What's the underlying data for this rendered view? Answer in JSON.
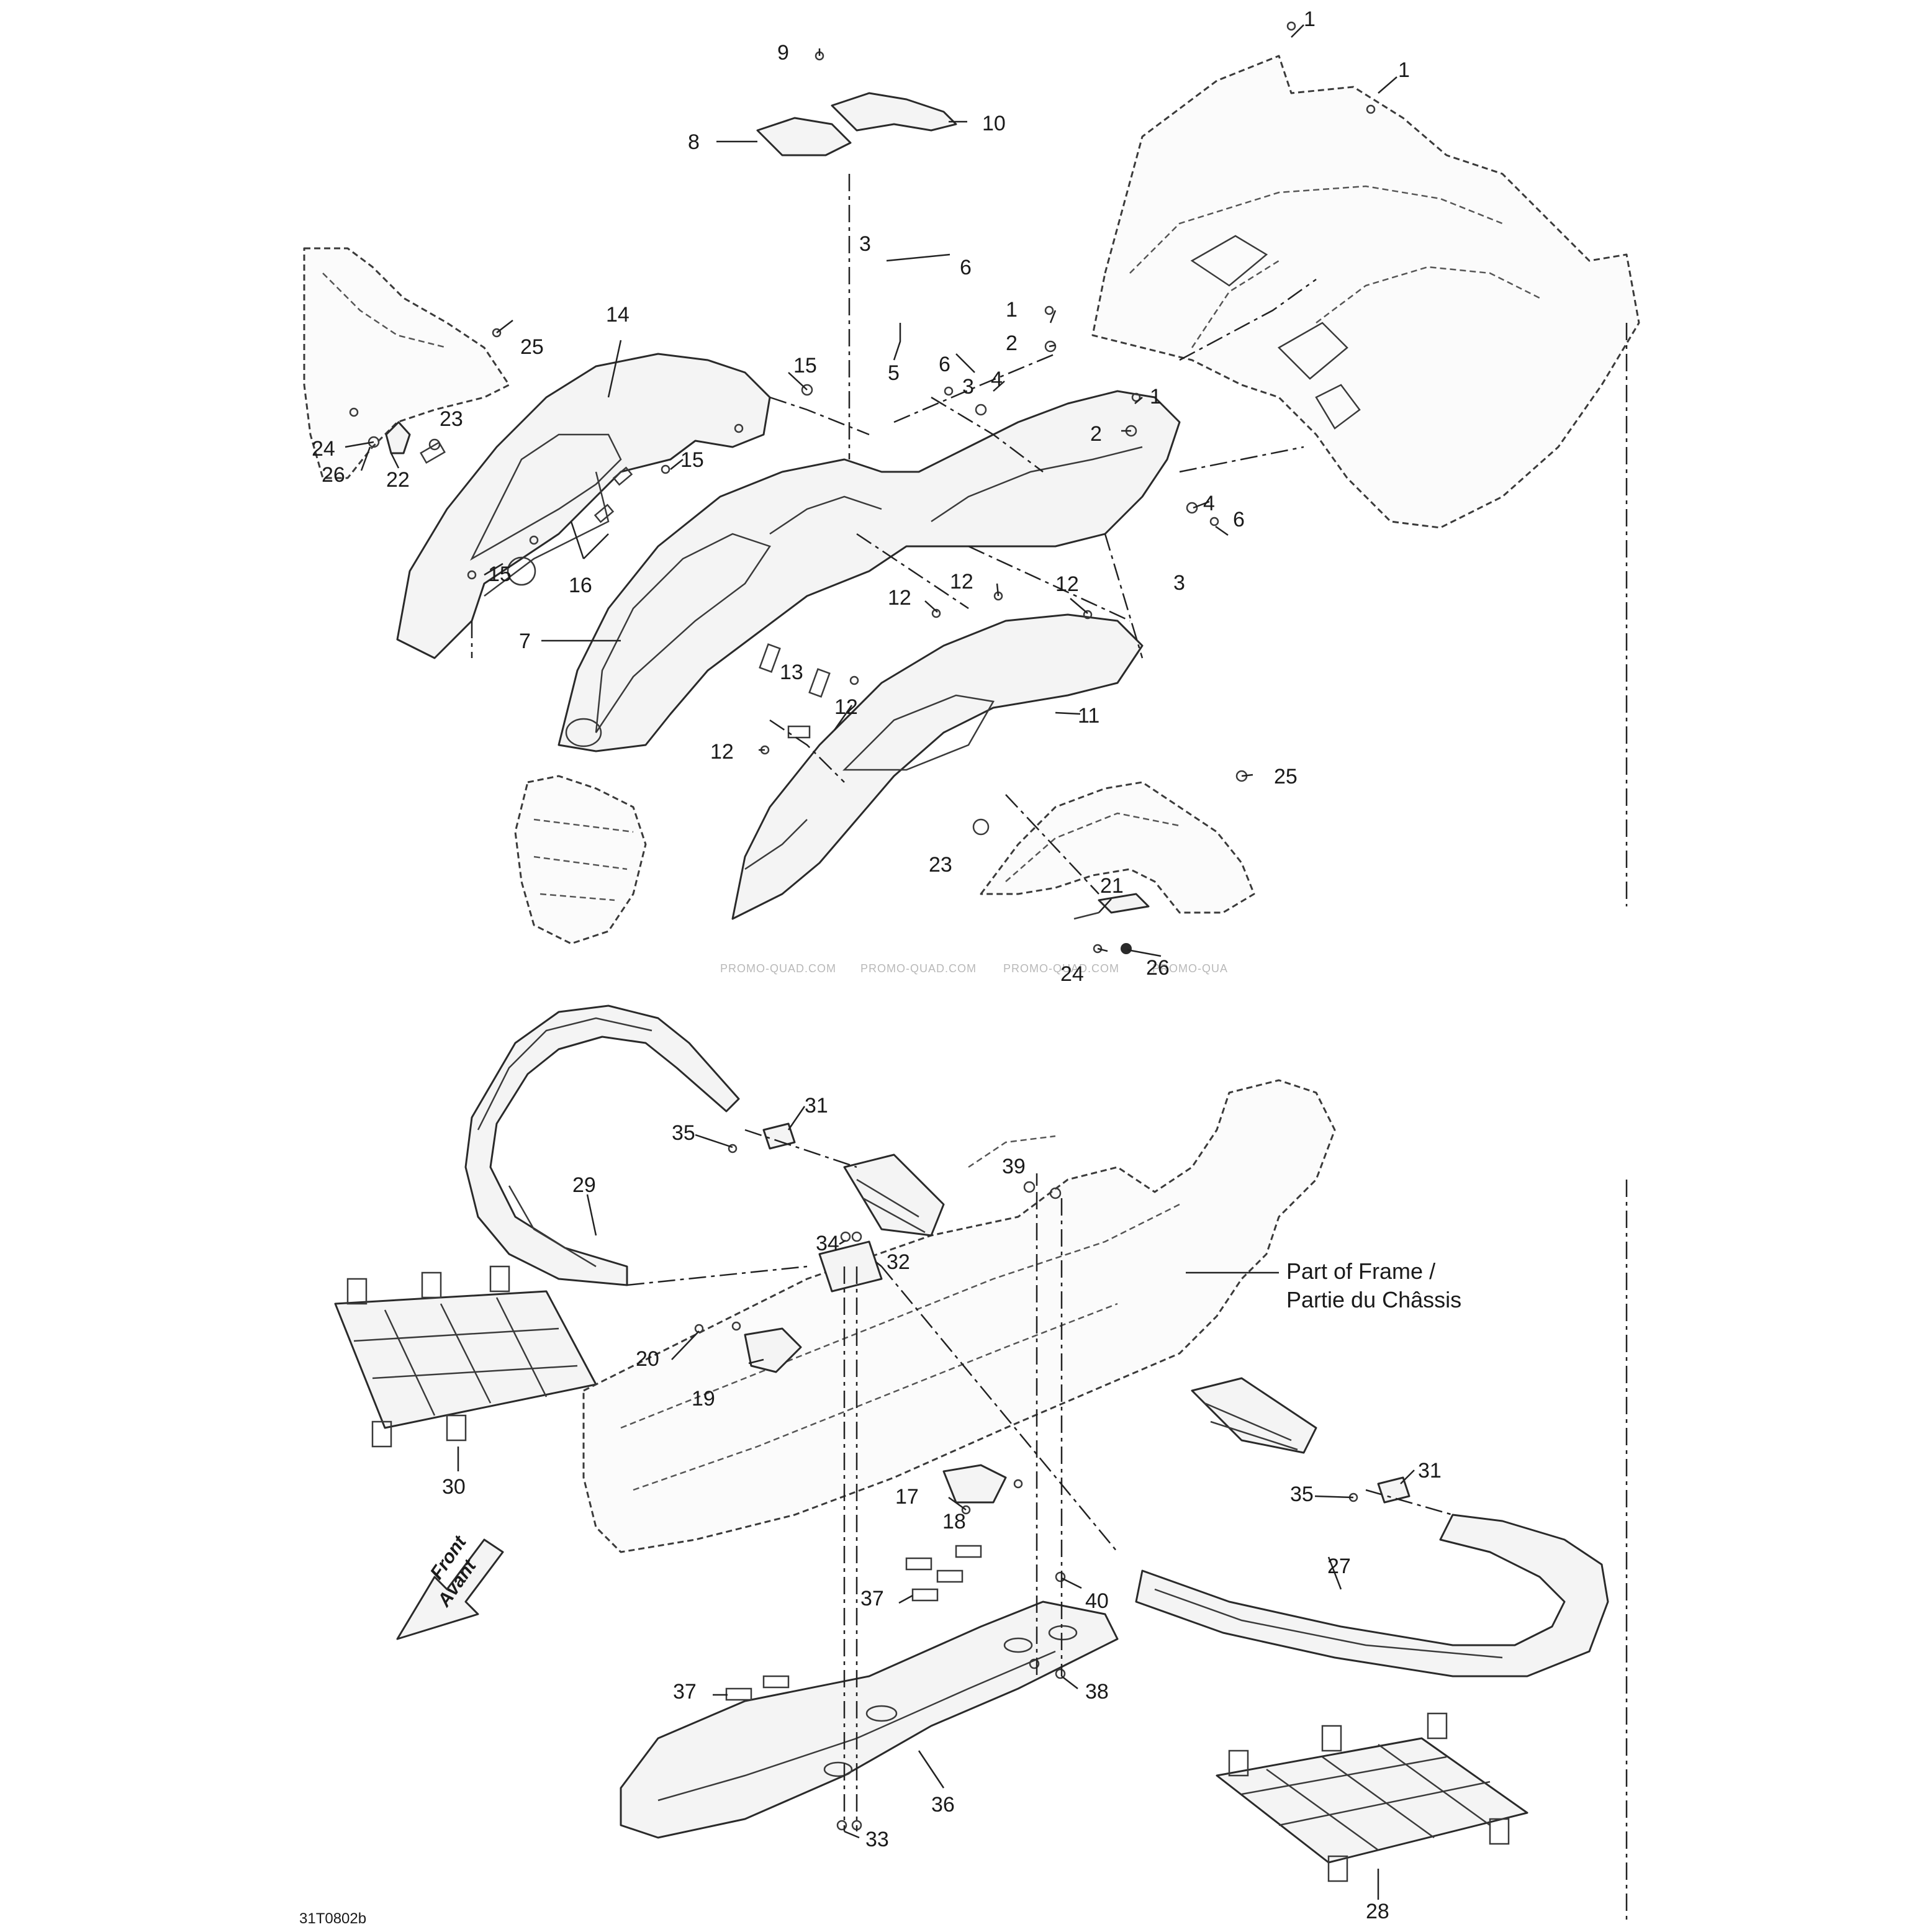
{
  "callouts": [
    "1",
    "1",
    "1",
    "1",
    "2",
    "2",
    "3",
    "3",
    "3",
    "4",
    "4",
    "5",
    "6",
    "6",
    "6",
    "7",
    "8",
    "9",
    "10",
    "11",
    "12",
    "12",
    "12",
    "12",
    "12",
    "13",
    "14",
    "15",
    "15",
    "15",
    "16",
    "17",
    "18",
    "19",
    "20",
    "21",
    "22",
    "23",
    "23",
    "24",
    "24",
    "25",
    "25",
    "26",
    "26",
    "27",
    "28",
    "29",
    "30",
    "31",
    "31",
    "32",
    "33",
    "34",
    "35",
    "35",
    "36",
    "37",
    "37",
    "38",
    "39",
    "40"
  ],
  "frame_note": {
    "line1": "Part of Frame /",
    "line2": "Partie du Châssis"
  },
  "direction_arrow": {
    "line1": "Front",
    "line2": "Avant"
  },
  "watermarks": [
    "PROMO-QUAD.COM",
    "PROMO-QUAD.COM",
    "PROMO-QUAD.COM",
    "PROMO-QUA"
  ],
  "drawing_code": "31T0802b"
}
